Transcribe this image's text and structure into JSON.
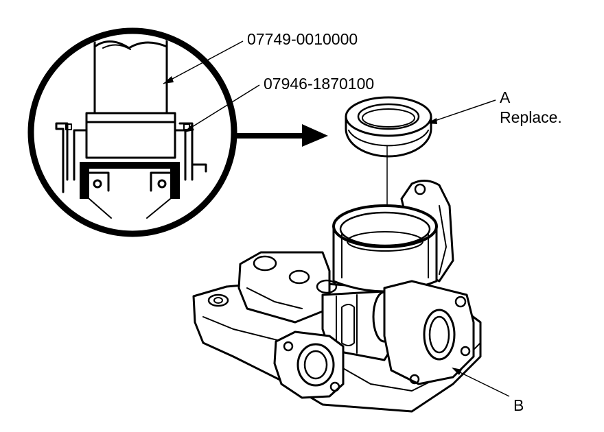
{
  "callouts": {
    "tool_1": "07749-0010000",
    "tool_2": "07946-1870100",
    "part_a_letter": "A",
    "part_a_note": "Replace.",
    "part_b_letter": "B"
  },
  "colors": {
    "line": "#000000",
    "background": "#ffffff"
  }
}
